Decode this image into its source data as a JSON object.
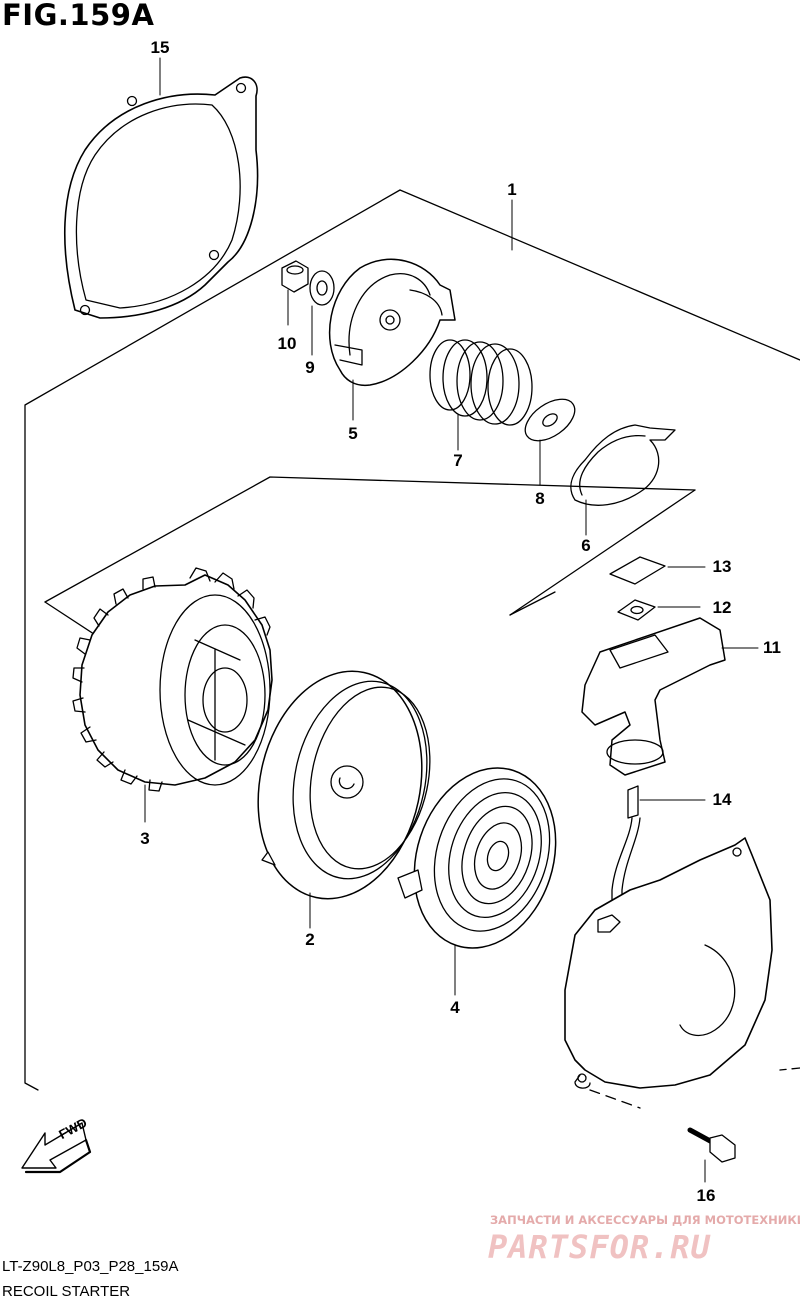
{
  "figure": {
    "title": "FIG.159A"
  },
  "callouts": {
    "p1": "1",
    "p2": "2",
    "p3": "3",
    "p4": "4",
    "p5": "5",
    "p6": "6",
    "p7": "7",
    "p8": "8",
    "p9": "9",
    "p10": "10",
    "p11": "11",
    "p12": "12",
    "p13": "13",
    "p14": "14",
    "p15": "15",
    "p16": "16"
  },
  "direction": {
    "label": "FWD"
  },
  "footer": {
    "code": "LT-Z90L8_P03_P28_159A",
    "name": "RECOIL STARTER"
  },
  "watermark": {
    "tagline": "ЗАПЧАСТИ И АКСЕССУАРЫ ДЛЯ МОТОТЕХНИКИ",
    "logo": "PARTSFOR.RU"
  },
  "colors": {
    "line": "#000000",
    "part_fill": "#ffffff",
    "shade": "#b8b8b8",
    "watermark": "#f0c2c2"
  }
}
